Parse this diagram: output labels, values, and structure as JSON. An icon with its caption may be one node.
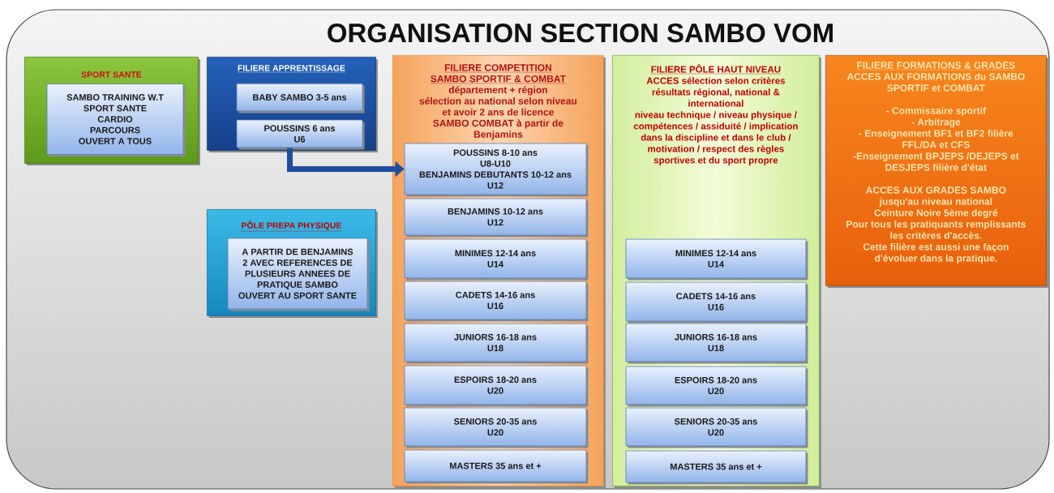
{
  "diagram": {
    "title": "ORGANISATION SECTION SAMBO VOM",
    "nodes": [
      {
        "text": [
          "SPORT SANTE"
        ]
      },
      {
        "text": [
          "SAMBO TRAINING W.T",
          "SPORT SANTE",
          "CARDIO",
          "PARCOURS",
          "OUVERT A TOUS"
        ],
        "in": 0
      },
      {
        "text": [
          "FILIERE APPRENTISSAGE"
        ]
      },
      {
        "text": [
          "BABY SAMBO 3-5 ans"
        ],
        "in": 2
      },
      {
        "text": [
          "POUSSINS 6 ans",
          "U6"
        ],
        "in": 2
      },
      {
        "text": [
          "PÔLE PREPA PHYSIQUE"
        ]
      },
      {
        "text": [
          "A PARTIR DE BENJAMINS 2 AVEC REFERENCES DE PLUSIEURS ANNEES DE PRATIQUE SAMBO",
          "OUVERT AU SPORT SANTE"
        ],
        "in": 5
      },
      {
        "text": [
          "FILIERE COMPETITION",
          "SAMBO SPORTIF & COMBAT",
          "département + région",
          "sélection au national selon niveau et avoir 2 ans de licence",
          "SAMBO COMBAT à partir de Benjamins"
        ]
      },
      {
        "text": [
          "POUSSINS 8-10 ans",
          "U8-U10",
          "BENJAMINS DEBUTANTS 10-12 ans",
          "U12"
        ],
        "in": 7
      },
      {
        "text": [
          "BENJAMINS 10-12 ans",
          "U12"
        ],
        "in": 7
      },
      {
        "text": [
          "MINIMES 12-14 ans",
          "U14"
        ],
        "in": 7
      },
      {
        "text": [
          "CADETS 14-16 ans",
          "U16"
        ],
        "in": 7
      },
      {
        "text": [
          "JUNIORS 16-18 ans",
          "U18"
        ],
        "in": 7
      },
      {
        "text": [
          "ESPOIRS 18-20 ans",
          "U20"
        ],
        "in": 7
      },
      {
        "text": [
          "SENIORS 20-35 ans",
          "U20"
        ],
        "in": 7
      },
      {
        "text": [
          "MASTERS 35 ans et +"
        ],
        "in": 7
      },
      {
        "text": [
          "FILIERE PÔLE HAUT NIVEAU",
          "ACCES sélection selon critères résultats régional, national & international",
          "niveau technique / niveau physique / compétences / assiduité / implication dans la discipline et dans le club / motivation / respect des règles sportives et du sport propre"
        ]
      },
      {
        "text": [
          "MINIMES 12-14 ans",
          "U14"
        ],
        "in": 16
      },
      {
        "text": [
          "CADETS 14-16 ans",
          "U16"
        ],
        "in": 16
      },
      {
        "text": [
          "JUNIORS 16-18 ans",
          "U18"
        ],
        "in": 16
      },
      {
        "text": [
          "ESPOIRS 18-20 ans",
          "U20"
        ],
        "in": 16
      },
      {
        "text": [
          "SENIORS 20-35 ans",
          "U20"
        ],
        "in": 16
      },
      {
        "text": [
          "MASTERS 35 ans et +"
        ],
        "in": 16
      },
      {
        "text": [
          "FILIERE FORMATIONS & GRADES",
          "ACCES AUX FORMATIONS du SAMBO SPORTIF et COMBAT",
          "- Commissaire sportif",
          "- Arbitrage",
          "- Enseignement BF1 et BF2 filière FFL/DA et CFS",
          "-Enseignement BPJEPS /DEJEPS et DESJEPS filière d'état",
          "ACCES AUX GRADES SAMBO",
          "jusqu'au niveau national",
          "Ceinture Noire 5ème degré",
          "Pour tous les pratiquants remplissants les critères d'accès.",
          "Cette filière est aussi une façon d'évoluer dans la pratique."
        ]
      }
    ],
    "edges": [
      {
        "from": 4,
        "to": 8,
        "arrow": "to"
      }
    ]
  }
}
